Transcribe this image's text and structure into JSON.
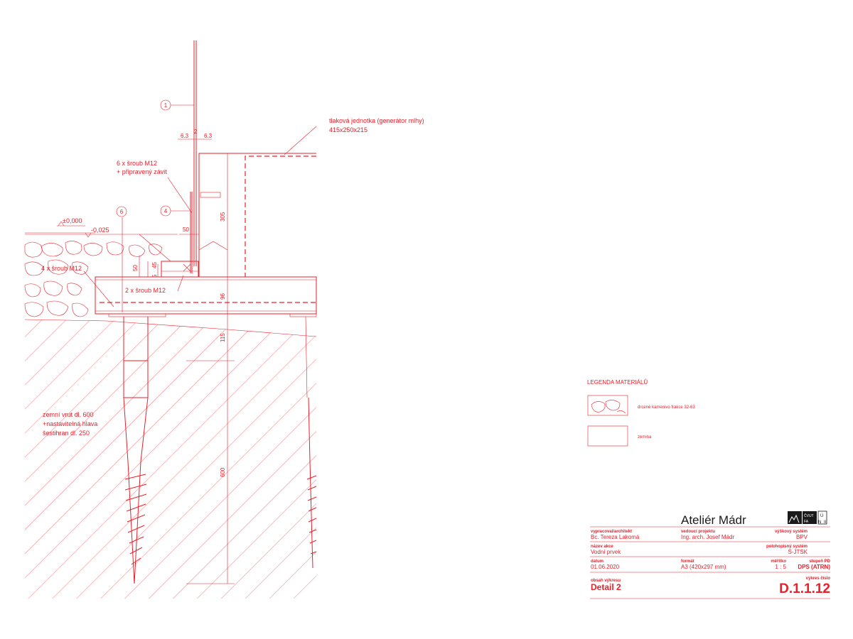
{
  "colors": {
    "line": "#e8202a",
    "text": "#e8202a",
    "black": "#1a1a1a"
  },
  "markers": {
    "m1": "1",
    "m4": "4",
    "m6": "6"
  },
  "labels": {
    "generator_line1": "tlaková jednotka (generátor mlhy)",
    "generator_line2": "415x250x215",
    "screws6_line1": "6 x šroub M12",
    "screws6_line2": "+ připravený závit",
    "level_zero": "±0,000",
    "level_minus": "-0,025",
    "screws4": "4 x šroub M12",
    "screws2": "2 x šroub M12",
    "pile_line1": "zemní vrut dl. 600",
    "pile_line2": "+nastavitelná hlava",
    "pile_line3": "šestihran dl. 250"
  },
  "dimensions": {
    "d63a": "6.3",
    "d2": "2",
    "d63b": "6.3",
    "d305": "305",
    "d50a": "50",
    "d50b": "50",
    "d5": "5",
    "d45": "45",
    "d96": "96",
    "d115": "115",
    "d600": "600"
  },
  "legend": {
    "title": "LEGENDA MATERIÁLŮ",
    "gravel": "drcené kamenivo frakce 32-63",
    "soil": "zemina"
  },
  "title_block": {
    "studio": "Ateliér Mádr",
    "logo_cvut": "ČVUT",
    "logo_fa": "FA",
    "logo_u": "Ú",
    "logo_n": "N",
    "logo_ii": "II",
    "architect_label": "vypracoval/architekt",
    "architect": "Bc. Tereza Lakomá",
    "lead_label": "vedoucí projektu",
    "lead": "Ing. arch. Josef Mádr",
    "height_system_label": "výškový systém",
    "height_system": "BPV",
    "project_label": "název akce",
    "project": "Vodní prvek",
    "position_system_label": "polohopisný systém",
    "position_system": "S-JTSK",
    "date_label": "datum",
    "date": "01.06.2020",
    "format_label": "formát",
    "format": "A3 (420x297 mm)",
    "scale_label": "měřítko",
    "scale": "1 : 5",
    "stage_label": "stupeň PD",
    "stage": "DPS (ATRN)",
    "content_label": "obsah výkresu",
    "content": "Detail 2",
    "drawing_no_label": "výkres číslo",
    "drawing_no": "D.1.1.12"
  }
}
